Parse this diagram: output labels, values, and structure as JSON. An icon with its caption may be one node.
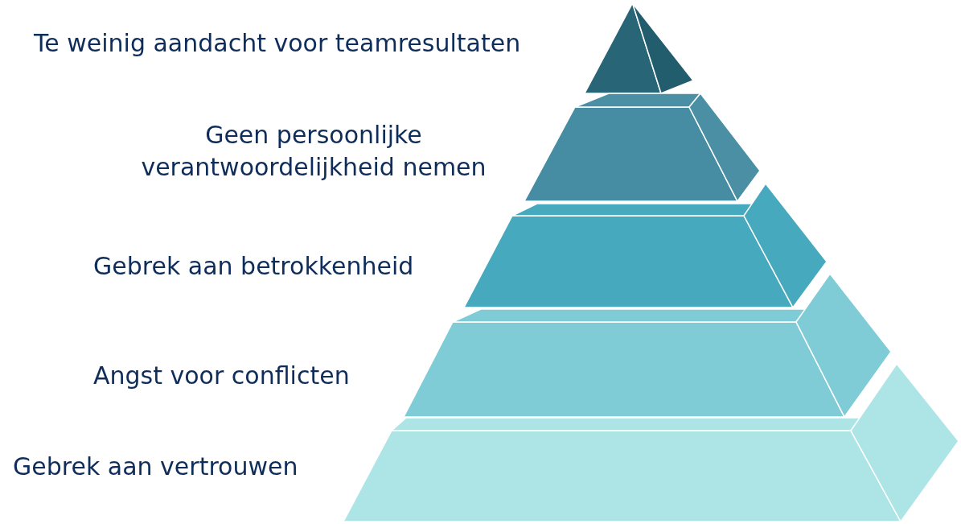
{
  "diagram": {
    "nodes": [
      {
        "text": [],
        "shape": "triangle",
        "beside": [
          "Te weinig aandacht voor teamresultaten"
        ]
      },
      {
        "text": [],
        "shape": "trapezoid",
        "beside": [
          "Geen persoonlijke verantwoordelijkheid nemen"
        ]
      },
      {
        "text": [],
        "shape": "trapezoid",
        "beside": [
          "Gebrek aan betrokkenheid"
        ]
      },
      {
        "text": [],
        "shape": "trapezoid",
        "beside": [
          "Angst voor conflicten"
        ]
      },
      {
        "text": [],
        "shape": "trapezoid",
        "beside": [
          "Gebrek aan vertrouwen"
        ]
      }
    ]
  }
}
